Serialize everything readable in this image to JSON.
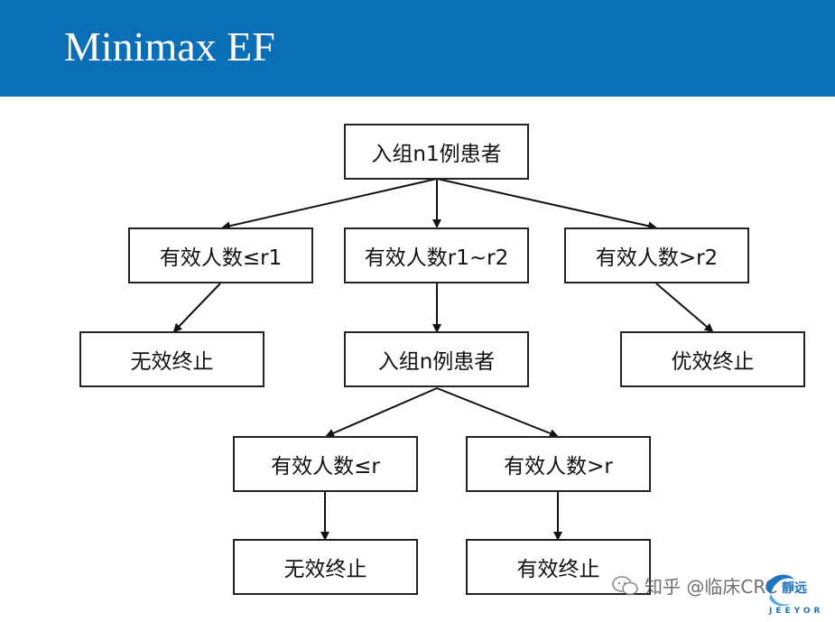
{
  "title": "Minimax EF",
  "nodes": {
    "root": "入组n1例患者",
    "left1": "有效人数≤r1",
    "mid1": "有效人数r1~r2",
    "right1": "有效人数>r2",
    "stop_left": "无效终止",
    "stage2": "入组n例患者",
    "stop_right": "优效终止",
    "left2": "有效人数≤r",
    "right2": "有效人数>r",
    "stop_bottom_left": "无效终止",
    "stop_bottom_right": "有效终止"
  },
  "watermark": "知乎 @临床CRC",
  "logo": {
    "text": "靜远",
    "sub": "JEEYOR"
  },
  "colors": {
    "header": "#0b6fb7",
    "border": "#222222",
    "arrow": "#111111"
  }
}
